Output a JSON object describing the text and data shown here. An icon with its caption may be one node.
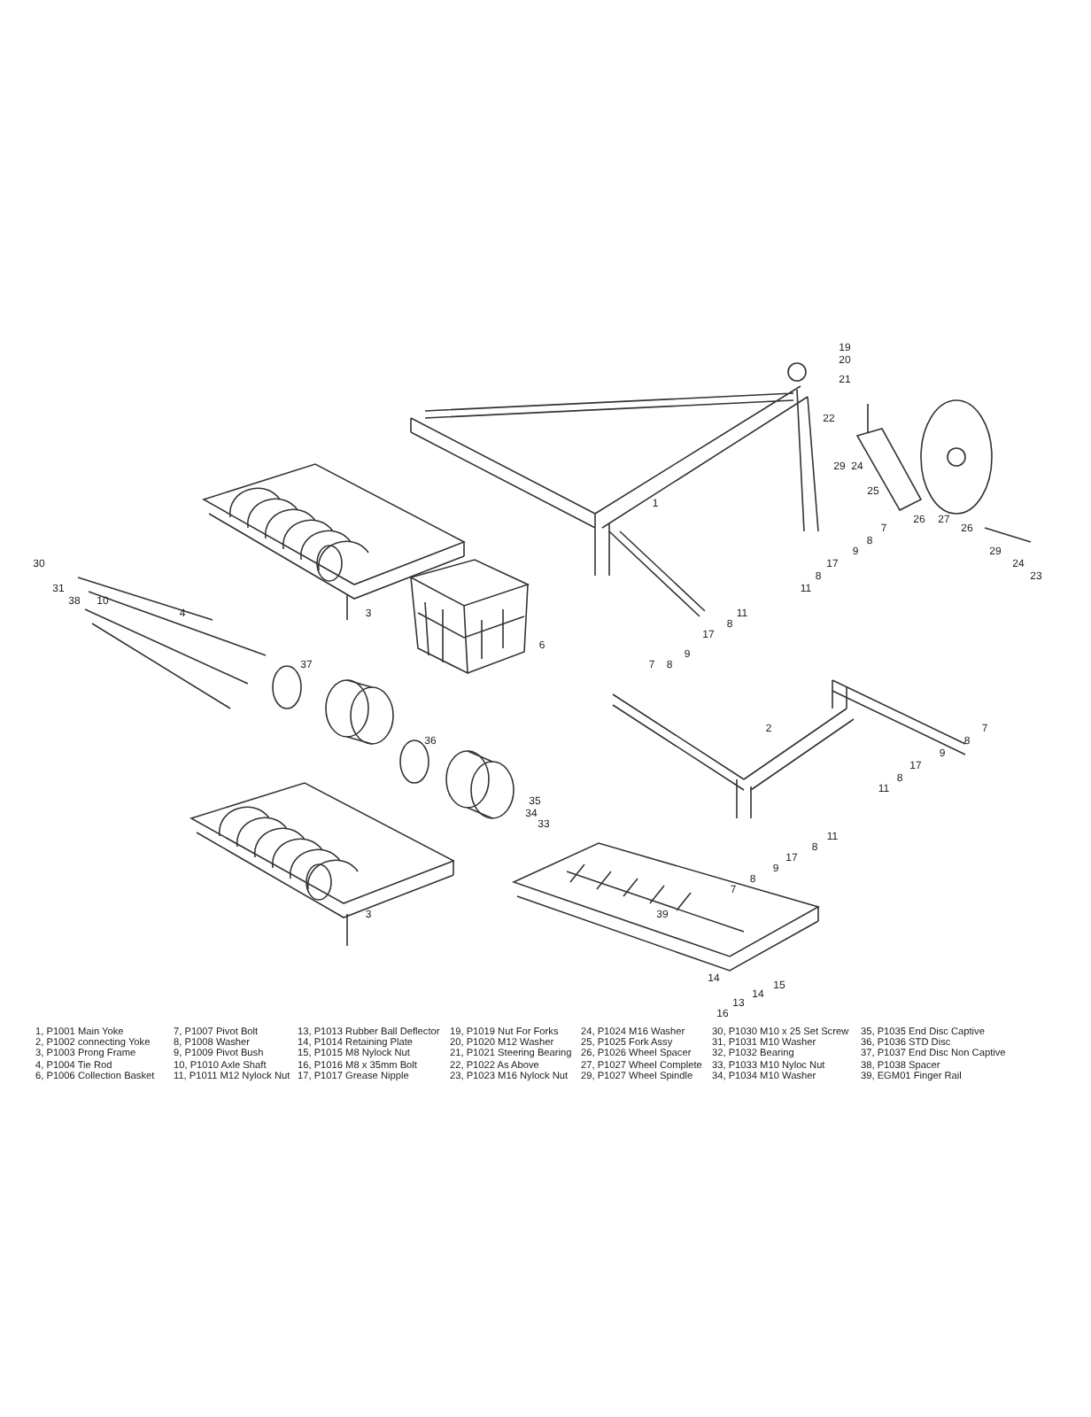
{
  "diagram": {
    "labels": [
      "19",
      "20",
      "21",
      "22",
      "29",
      "24",
      "25",
      "1",
      "26",
      "27",
      "7",
      "26",
      "8",
      "9",
      "29",
      "30",
      "17",
      "24",
      "8",
      "23",
      "31",
      "11",
      "38",
      "10",
      "4",
      "3",
      "11",
      "8",
      "17",
      "6",
      "9",
      "37",
      "7",
      "8",
      "2",
      "7",
      "36",
      "8",
      "9",
      "17",
      "8",
      "11",
      "35",
      "34",
      "33",
      "11",
      "8",
      "17",
      "9",
      "8",
      "7",
      "3",
      "39",
      "14",
      "15",
      "14",
      "13",
      "16",
      "1, P1001 Main Yoke",
      "7, P1007 Pivot Bolt",
      "13, P1013 Rubber Ball Deflector",
      "19, P1019 Nut For Forks",
      "24, P1024 M16 Washer",
      "30, P1030 M10 x 25 Set Screw",
      "35, P1035 End Disc Captive",
      "2, P1002 connecting Yoke",
      "8, P1008 Washer",
      "14, P1014 Retaining Plate",
      "20, P1020 M12 Washer",
      "25, P1025 Fork Assy",
      "31, P1031 M10 Washer",
      "36, P1036 STD Disc",
      "3, P1003 Prong Frame",
      "9, P1009 Pivot Bush",
      "15, P1015 M8 Nylock Nut",
      "21, P1021 Steering Bearing",
      "26, P1026 Wheel Spacer",
      "32, P1032 Bearing",
      "37, P1037 End Disc Non Captive",
      "4, P1004 Tie Rod",
      "10, P1010 Axle Shaft",
      "16, P1016 M8 x 35mm Bolt",
      "22, P1022 As Above",
      "27, P1027 Wheel Complete",
      "33, P1033 M10 Nyloc Nut",
      "38, P1038 Spacer",
      "6, P1006 Collection Basket",
      "11, P1011 M12 Nylock Nut",
      "17, P1017 Grease Nipple",
      "23, P1023 M16 Nylock Nut",
      "29, P1027 Wheel Spindle",
      "34, P1034 M10 Washer",
      "39, EGM01 Finger Rail"
    ]
  }
}
